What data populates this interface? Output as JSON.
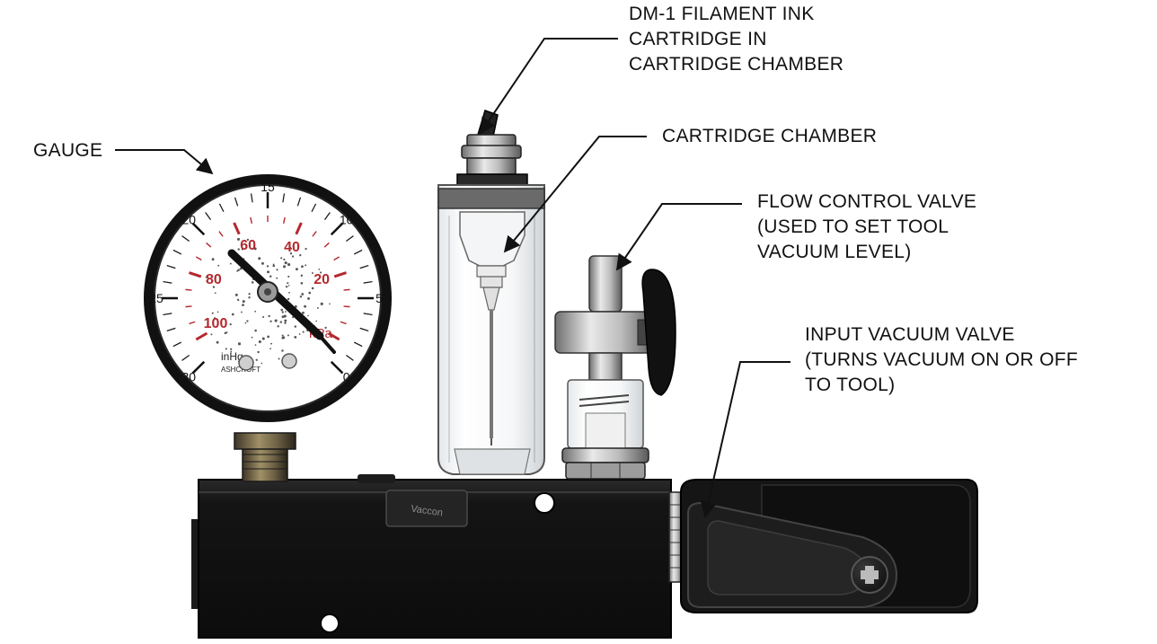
{
  "callouts": {
    "gauge": {
      "lines": [
        "GAUGE"
      ]
    },
    "cartridge": {
      "lines": [
        "DM-1 FILAMENT INK",
        "CARTRIDGE IN",
        "CARTRIDGE CHAMBER"
      ]
    },
    "chamber": {
      "lines": [
        "CARTRIDGE CHAMBER"
      ]
    },
    "flow_valve": {
      "lines": [
        "FLOW CONTROL VALVE",
        "(USED TO SET TOOL",
        "VACUUM LEVEL)"
      ]
    },
    "input_valve": {
      "lines": [
        "INPUT VACUUM VALVE",
        "(TURNS VACUUM ON OR OFF",
        "TO TOOL)"
      ]
    }
  },
  "gauge_face": {
    "outer_scale": [
      "15",
      "10",
      "5",
      "0",
      "20",
      "25",
      "30"
    ],
    "inner_scale": [
      "60",
      "40",
      "20",
      "80",
      "100"
    ],
    "unit": "kPa",
    "brand": "inHg",
    "footer": "ASHCROFT"
  },
  "block_tag": "Vaccon",
  "colors": {
    "ink": "#111111",
    "red_scale": "#b3282d",
    "body": "#121212"
  }
}
